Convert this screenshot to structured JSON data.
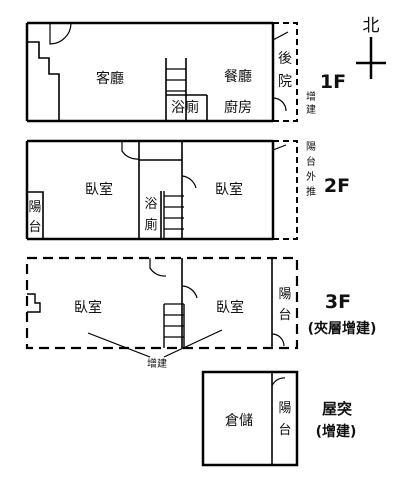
{
  "compass": {
    "north_label": "北"
  },
  "floor1": {
    "level_label": "1F",
    "living_room": "客廳",
    "dining_room": "餐廳",
    "bathroom": "浴廁",
    "kitchen": "廚房",
    "backyard": [
      "後",
      "院"
    ],
    "addition": [
      "增",
      "建"
    ]
  },
  "floor2": {
    "level_label": "2F",
    "balcony": [
      "陽",
      "台"
    ],
    "bedroom_west": "臥室",
    "bathroom": [
      "浴",
      "廁"
    ],
    "bedroom_east": "臥室",
    "balcony_extension": [
      "陽",
      "台",
      "外",
      "推"
    ]
  },
  "floor3": {
    "level_label": "3F",
    "level_note": "(夾層增建)",
    "bedroom_west": "臥室",
    "bedroom_east": "臥室",
    "balcony": [
      "陽",
      "台"
    ],
    "addition_label": "增建"
  },
  "roof": {
    "level_label": "屋突",
    "level_note": "(增建)",
    "storage": "倉儲",
    "balcony": [
      "陽",
      "台"
    ]
  }
}
